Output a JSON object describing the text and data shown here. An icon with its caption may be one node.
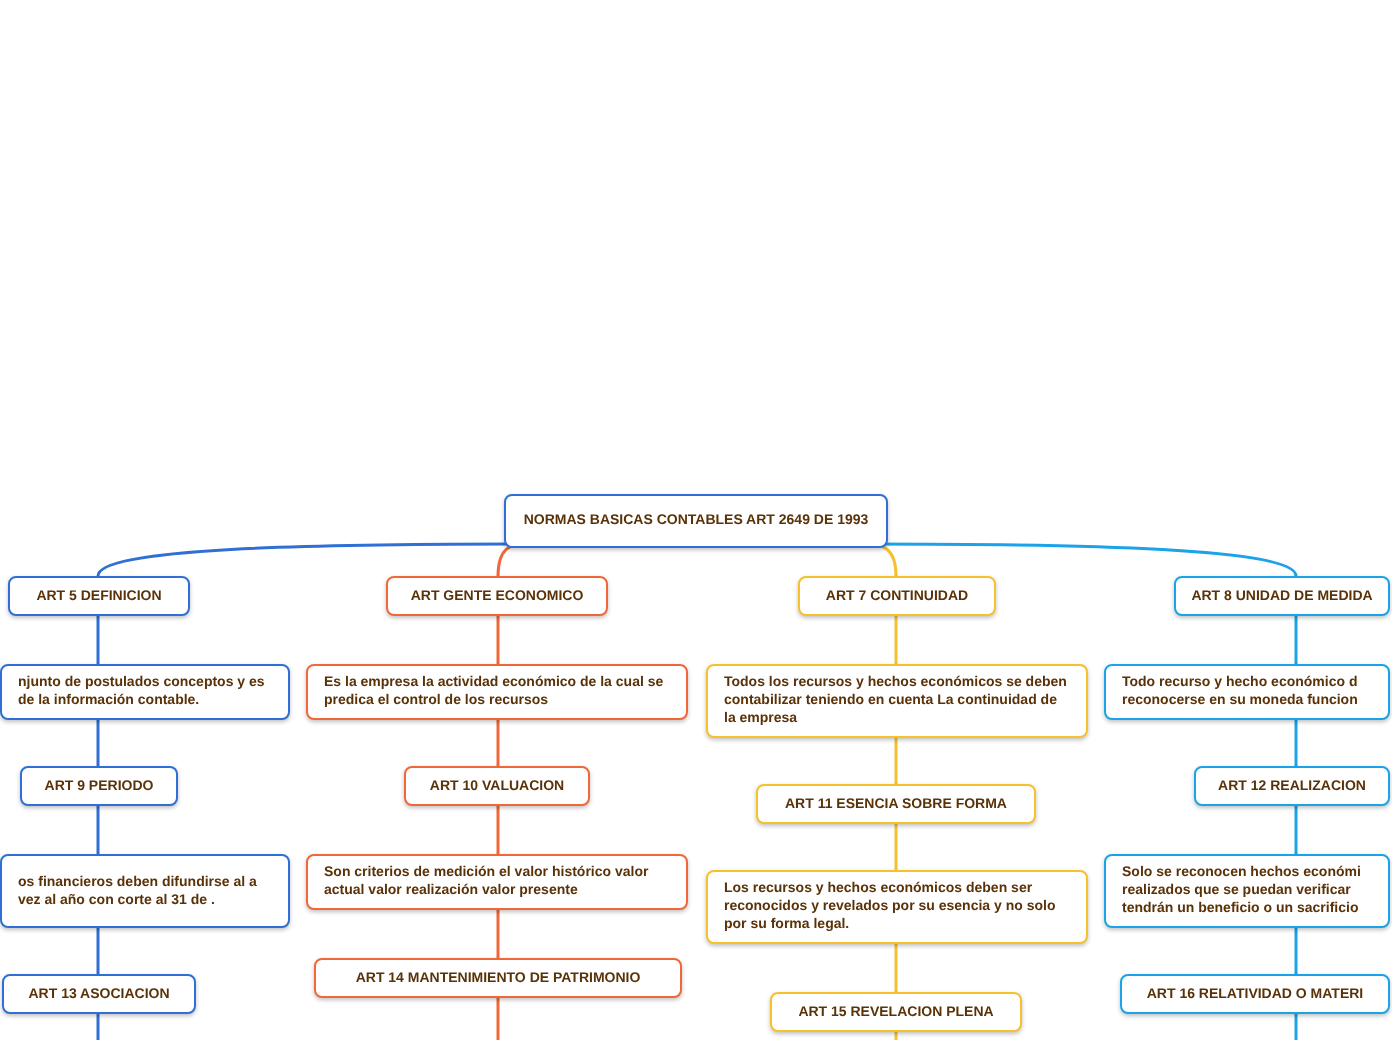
{
  "diagram": {
    "nodes": [
      {
        "text": [
          "NORMAS BASICAS CONTABLES ART 2649 DE 1993"
        ]
      },
      {
        "text": [
          "ART 5 DEFINICION"
        ]
      },
      {
        "text": [
          "ART GENTE ECONOMICO"
        ]
      },
      {
        "text": [
          "ART 7 CONTINUIDAD"
        ]
      },
      {
        "text": [
          "ART 8 UNIDAD DE MEDIDA"
        ]
      },
      {
        "text": [
          "njunto de postulados conceptos y es de la información contable."
        ]
      },
      {
        "text": [
          "Es la empresa la actividad económico de la cual se predica el control de los recursos"
        ]
      },
      {
        "text": [
          "Todos los recursos y hechos económicos se deben contabilizar teniendo en cuenta La continuidad de la empresa"
        ]
      },
      {
        "text": [
          "Todo recurso y hecho económico d reconocerse en su moneda funcion"
        ]
      },
      {
        "text": [
          "ART 9 PERIODO"
        ]
      },
      {
        "text": [
          "ART 10 VALUACION"
        ]
      },
      {
        "text": [
          "ART 11 ESENCIA SOBRE FORMA"
        ]
      },
      {
        "text": [
          "ART 12 REALIZACION"
        ]
      },
      {
        "text": [
          "os financieros deben difundirse al a vez al año con corte al 31 de ."
        ]
      },
      {
        "text": [
          "Son criterios de medición el valor histórico valor actual valor realización valor presente"
        ]
      },
      {
        "text": [
          "Los recursos y hechos económicos deben ser reconocidos y revelados por su esencia y no solo por su forma legal."
        ]
      },
      {
        "text": [
          "Solo se reconocen hechos económi realizados que se puedan verificar tendrán un beneficio o un sacrificio"
        ]
      },
      {
        "text": [
          "ART 13 ASOCIACION"
        ]
      },
      {
        "text": [
          "ART 14 MANTENIMIENTO DE PATRIMONIO"
        ]
      },
      {
        "text": [
          "ART 15 REVELACION PLENA"
        ]
      },
      {
        "text": [
          "ART 16 RELATIVIDAD O MATERI"
        ]
      }
    ],
    "edges": [
      {
        "from": 0,
        "to": 1,
        "arrow": "none",
        "color": "#2f6fd6"
      },
      {
        "from": 0,
        "to": 2,
        "arrow": "none",
        "color": "#f0673a"
      },
      {
        "from": 0,
        "to": 3,
        "arrow": "none",
        "color": "#f7c02e"
      },
      {
        "from": 0,
        "to": 4,
        "arrow": "none",
        "color": "#1aa3e8"
      },
      {
        "from": 1,
        "to": 5,
        "arrow": "none",
        "color": "#2f6fd6"
      },
      {
        "from": 5,
        "to": 9,
        "arrow": "none",
        "color": "#2f6fd6"
      },
      {
        "from": 9,
        "to": 13,
        "arrow": "none",
        "color": "#2f6fd6"
      },
      {
        "from": 13,
        "to": 17,
        "arrow": "none",
        "color": "#2f6fd6"
      },
      {
        "from": 17,
        "to": null,
        "arrow": "none",
        "color": "#2f6fd6"
      },
      {
        "from": 2,
        "to": 6,
        "arrow": "none",
        "color": "#f0673a"
      },
      {
        "from": 6,
        "to": 10,
        "arrow": "none",
        "color": "#f0673a"
      },
      {
        "from": 10,
        "to": 14,
        "arrow": "none",
        "color": "#f0673a"
      },
      {
        "from": 14,
        "to": 18,
        "arrow": "none",
        "color": "#f0673a"
      },
      {
        "from": 18,
        "to": null,
        "arrow": "none",
        "color": "#f0673a"
      },
      {
        "from": 3,
        "to": 7,
        "arrow": "none",
        "color": "#f7c02e"
      },
      {
        "from": 7,
        "to": 11,
        "arrow": "none",
        "color": "#f7c02e"
      },
      {
        "from": 11,
        "to": 15,
        "arrow": "none",
        "color": "#f7c02e"
      },
      {
        "from": 15,
        "to": 19,
        "arrow": "none",
        "color": "#f7c02e"
      },
      {
        "from": 19,
        "to": null,
        "arrow": "none",
        "color": "#f7c02e"
      },
      {
        "from": 4,
        "to": 8,
        "arrow": "none",
        "color": "#1aa3e8"
      },
      {
        "from": 8,
        "to": 12,
        "arrow": "none",
        "color": "#1aa3e8"
      },
      {
        "from": 12,
        "to": 16,
        "arrow": "none",
        "color": "#1aa3e8"
      },
      {
        "from": 16,
        "to": 20,
        "arrow": "none",
        "color": "#1aa3e8"
      },
      {
        "from": 20,
        "to": null,
        "arrow": "none",
        "color": "#1aa3e8"
      }
    ]
  }
}
